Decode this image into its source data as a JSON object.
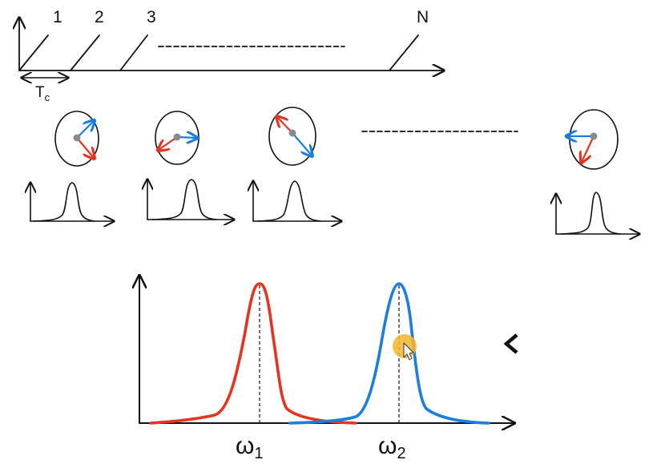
{
  "timeline": {
    "labels": [
      "1",
      "2",
      "3",
      "N"
    ],
    "period_label": "T",
    "period_subscript": "c"
  },
  "frequencies": {
    "omega_1": "ω",
    "omega_1_sub": "1",
    "omega_2": "ω",
    "omega_2_sub": "2"
  },
  "colors": {
    "red_spin": "#e8321e",
    "blue_spin": "#1b7de0",
    "cursor_highlight": "#f5b62a",
    "ink": "#111111"
  },
  "icons": {
    "cursor": "mouse-pointer-icon",
    "side_tab": "chevron-left-icon"
  }
}
